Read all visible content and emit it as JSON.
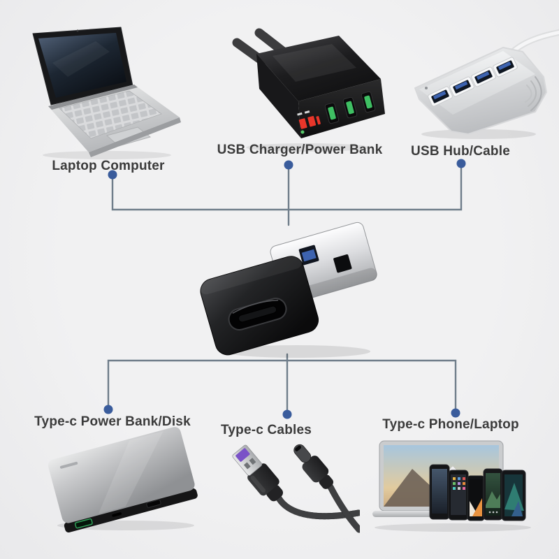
{
  "diagram": {
    "labels": {
      "laptop": "Laptop Computer",
      "usb_charger": "USB Charger/Power Bank",
      "usb_hub": "USB Hub/Cable",
      "type_c_power_bank": "Type-c Power Bank/Disk",
      "type_c_cables": "Type-c Cables",
      "type_c_phone": "Type-c Phone/Laptop"
    },
    "device_images": [
      "laptop-computer",
      "usb-wall-charger",
      "usb-hub-with-cable",
      "usb-a-to-type-c-adapter",
      "type-c-power-bank",
      "type-c-and-usb-a-cables",
      "laptop-and-phones"
    ],
    "colors": {
      "background": "#f1f1f2",
      "line": "#6f7d8a",
      "dot": "#3a5c9c",
      "label_text": "#3b3b3b",
      "port_green": "#3fbf63",
      "led_red": "#e8362a",
      "usb3_blue": "#3d63b0",
      "cable_tip_purple": "#7a52c7"
    }
  }
}
